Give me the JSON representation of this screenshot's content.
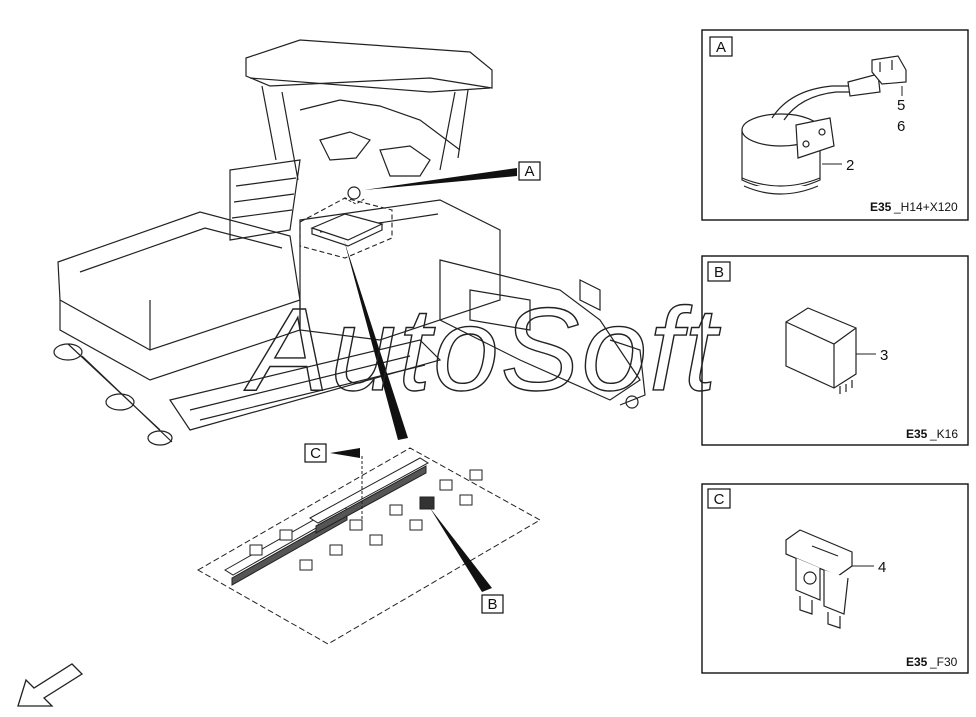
{
  "callouts": {
    "A": "A",
    "B": "B",
    "C": "C"
  },
  "detail_boxes": [
    {
      "letter": "A",
      "parts": [
        "2",
        "5",
        "6"
      ],
      "code_prefix": "E35",
      "code_suffix": "_H14+X120"
    },
    {
      "letter": "B",
      "parts": [
        "3"
      ],
      "code_prefix": "E35",
      "code_suffix": "_K16"
    },
    {
      "letter": "C",
      "parts": [
        "4"
      ],
      "code_prefix": "E35",
      "code_suffix": "_F30"
    }
  ],
  "watermark": "AutoSoft",
  "icons": {
    "direction_arrow": "direction-arrow-icon"
  }
}
